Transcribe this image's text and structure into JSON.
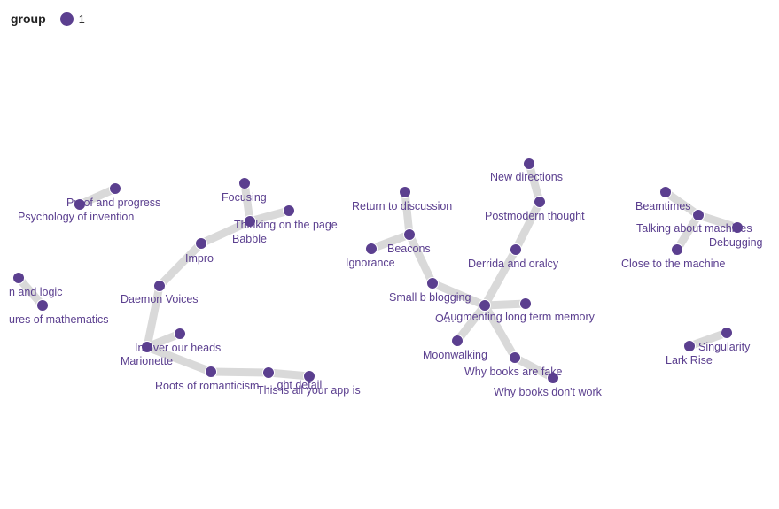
{
  "legend": {
    "title": "group",
    "entries": [
      {
        "label": "1",
        "color": "#5b3f8f"
      }
    ]
  },
  "colors": {
    "node": "#5b3f8f",
    "edge": "#d9d9d9",
    "label": "#5b3f8f"
  },
  "nodes": [
    {
      "id": "proof",
      "label": "Proof and progress"
    },
    {
      "id": "psych",
      "label": "Psychology of invention"
    },
    {
      "id": "focusing",
      "label": "Focusing"
    },
    {
      "id": "thinking",
      "label": "Thinking on the page"
    },
    {
      "id": "babble",
      "label": "Babble"
    },
    {
      "id": "impro",
      "label": "Impro"
    },
    {
      "id": "daemon",
      "label": "Daemon Voices"
    },
    {
      "id": "inover",
      "label": "In over our heads"
    },
    {
      "id": "marionette",
      "label": "Marionette"
    },
    {
      "id": "roots",
      "label": "Roots of romanticism"
    },
    {
      "id": "detail",
      "label": "…ght detail"
    },
    {
      "id": "allapp",
      "label": "This is all your app is"
    },
    {
      "id": "logic",
      "label": "n and logic"
    },
    {
      "id": "mathematics",
      "label": "ures of mathematics"
    },
    {
      "id": "returnd",
      "label": "Return to discussion"
    },
    {
      "id": "beacons",
      "label": "Beacons"
    },
    {
      "id": "ignorance",
      "label": "Ignorance"
    },
    {
      "id": "smallb",
      "label": "Small b blogging"
    },
    {
      "id": "newdir",
      "label": "New directions"
    },
    {
      "id": "postmodern",
      "label": "Postmodern thought"
    },
    {
      "id": "derrida",
      "label": "Derrida and oralcy"
    },
    {
      "id": "hub",
      "label": "O…"
    },
    {
      "id": "augment",
      "label": "Augmenting long term memory"
    },
    {
      "id": "moonwalk",
      "label": "Moonwalking"
    },
    {
      "id": "booksfake",
      "label": "Why books are fake"
    },
    {
      "id": "booksdont",
      "label": "Why books don't work"
    },
    {
      "id": "beamtimes",
      "label": "Beamtimes"
    },
    {
      "id": "talking",
      "label": "Talking about machines"
    },
    {
      "id": "debugging",
      "label": "Debugging"
    },
    {
      "id": "closemach",
      "label": "Close to the machine"
    },
    {
      "id": "singularity",
      "label": "Singularity"
    },
    {
      "id": "larkrise",
      "label": "Lark Rise"
    }
  ],
  "links": [
    [
      "proof",
      "psych"
    ],
    [
      "focusing",
      "babble"
    ],
    [
      "thinking",
      "babble"
    ],
    [
      "babble",
      "impro"
    ],
    [
      "impro",
      "daemon"
    ],
    [
      "daemon",
      "marionette"
    ],
    [
      "inover",
      "marionette"
    ],
    [
      "marionette",
      "roots"
    ],
    [
      "roots",
      "allapp"
    ],
    [
      "allapp",
      "detail"
    ],
    [
      "logic",
      "mathematics"
    ],
    [
      "returnd",
      "beacons"
    ],
    [
      "beacons",
      "ignorance"
    ],
    [
      "beacons",
      "smallb"
    ],
    [
      "smallb",
      "hub"
    ],
    [
      "newdir",
      "postmodern"
    ],
    [
      "postmodern",
      "derrida"
    ],
    [
      "derrida",
      "hub"
    ],
    [
      "hub",
      "augment"
    ],
    [
      "hub",
      "moonwalk"
    ],
    [
      "hub",
      "booksfake"
    ],
    [
      "booksfake",
      "booksdont"
    ],
    [
      "beamtimes",
      "talking"
    ],
    [
      "talking",
      "debugging"
    ],
    [
      "talking",
      "closemach"
    ],
    [
      "singularity",
      "larkrise"
    ]
  ]
}
